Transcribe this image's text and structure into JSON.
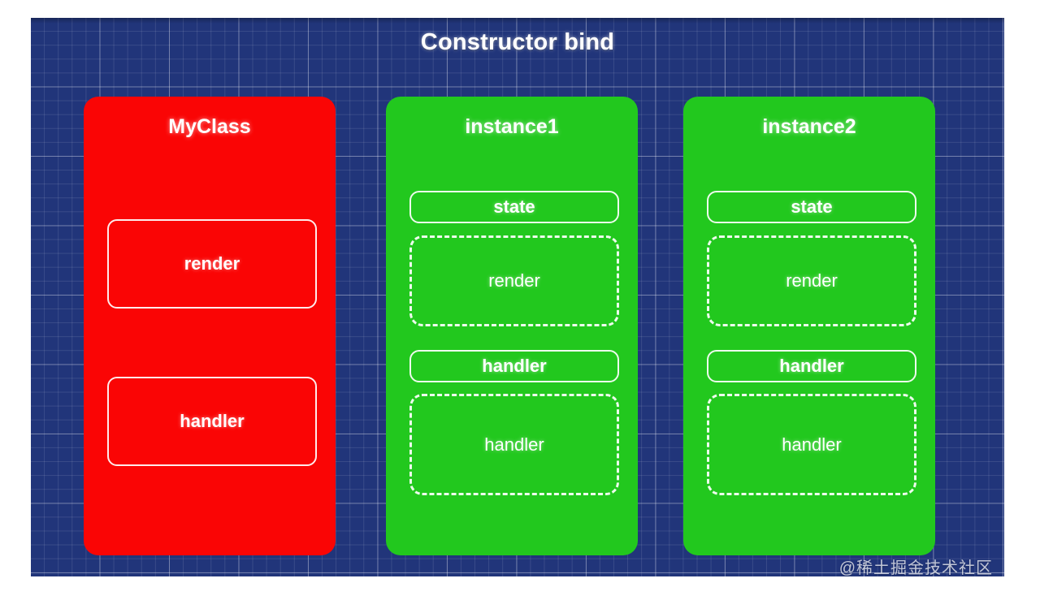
{
  "diagram": {
    "title": "Constructor bind",
    "background_color": "#21357a",
    "grid_color": "#ffffff"
  },
  "panels": [
    {
      "id": "myclass",
      "title": "MyClass",
      "color": "#fa0505",
      "members": [
        {
          "label": "render",
          "style": "solid"
        },
        {
          "label": "handler",
          "style": "solid"
        }
      ]
    },
    {
      "id": "instance1",
      "title": "instance1",
      "color": "#22c81e",
      "members": [
        {
          "label": "state",
          "style": "solid"
        },
        {
          "label": "render",
          "style": "dashed"
        },
        {
          "label": "handler",
          "style": "solid"
        },
        {
          "label": "handler",
          "style": "dashed"
        }
      ]
    },
    {
      "id": "instance2",
      "title": "instance2",
      "color": "#22c81e",
      "members": [
        {
          "label": "state",
          "style": "solid"
        },
        {
          "label": "render",
          "style": "dashed"
        },
        {
          "label": "handler",
          "style": "solid"
        },
        {
          "label": "handler",
          "style": "dashed"
        }
      ]
    }
  ],
  "watermark": {
    "text": "@稀土掘金技术社区"
  }
}
